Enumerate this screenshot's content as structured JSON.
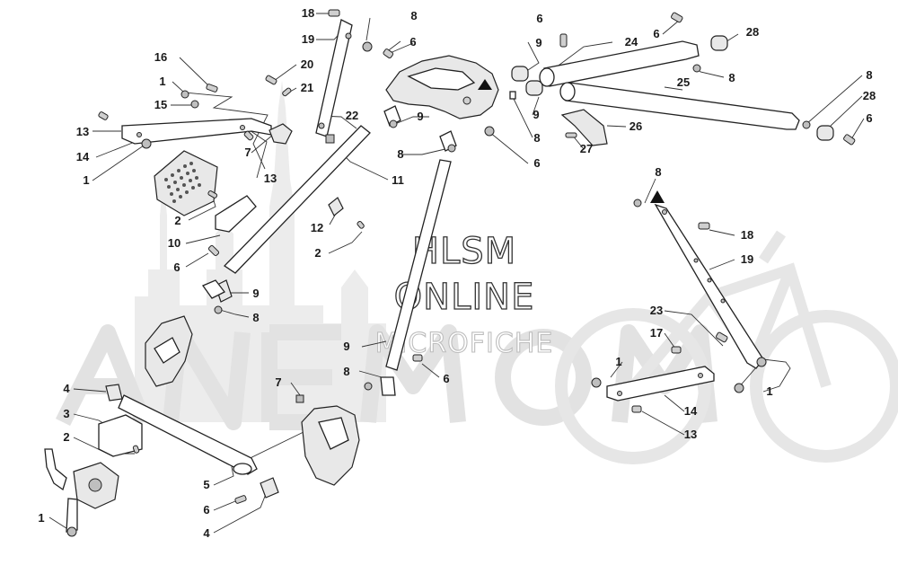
{
  "watermark": {
    "line1": "HLSM",
    "line2": "ONLINE",
    "line3": "MICROFICHE",
    "brand_background_color": "#ececec"
  },
  "colors": {
    "line": "#222222",
    "part_fill": "#ffffff",
    "hardware_fill": "#cfcfcf"
  },
  "callouts": [
    {
      "id": "c-18-top",
      "label": "18"
    },
    {
      "id": "c-8-top",
      "label": "8"
    },
    {
      "id": "c-19-top",
      "label": "19"
    },
    {
      "id": "c-6-top",
      "label": "6"
    },
    {
      "id": "c-20",
      "label": "20"
    },
    {
      "id": "c-21",
      "label": "21"
    },
    {
      "id": "c-22",
      "label": "22"
    },
    {
      "id": "c-16",
      "label": "16"
    },
    {
      "id": "c-1-a",
      "label": "1"
    },
    {
      "id": "c-15",
      "label": "15"
    },
    {
      "id": "c-13-left",
      "label": "13"
    },
    {
      "id": "c-14-left",
      "label": "14"
    },
    {
      "id": "c-1-b",
      "label": "1"
    },
    {
      "id": "c-7-top",
      "label": "7"
    },
    {
      "id": "c-13-mid",
      "label": "13"
    },
    {
      "id": "c-6-bolt24",
      "label": "6"
    },
    {
      "id": "c-9-a",
      "label": "9"
    },
    {
      "id": "c-24",
      "label": "24"
    },
    {
      "id": "c-6-right-top",
      "label": "6"
    },
    {
      "id": "c-28-top",
      "label": "28"
    },
    {
      "id": "c-8-right-top",
      "label": "8"
    },
    {
      "id": "c-25",
      "label": "25"
    },
    {
      "id": "c-9-b",
      "label": "9"
    },
    {
      "id": "c-8-c",
      "label": "8"
    },
    {
      "id": "c-26",
      "label": "26"
    },
    {
      "id": "c-27",
      "label": "27"
    },
    {
      "id": "c-6-c",
      "label": "6"
    },
    {
      "id": "c-8-far-right",
      "label": "8"
    },
    {
      "id": "c-28-right",
      "label": "28"
    },
    {
      "id": "c-6-far-right",
      "label": "6"
    },
    {
      "id": "c-9-c",
      "label": "9"
    },
    {
      "id": "c-8-d",
      "label": "8"
    },
    {
      "id": "c-11",
      "label": "11"
    },
    {
      "id": "c-2-a",
      "label": "2"
    },
    {
      "id": "c-10",
      "label": "10"
    },
    {
      "id": "c-6-d",
      "label": "6"
    },
    {
      "id": "c-12",
      "label": "12"
    },
    {
      "id": "c-2-b",
      "label": "2"
    },
    {
      "id": "c-9-d",
      "label": "9"
    },
    {
      "id": "c-8-e",
      "label": "8"
    },
    {
      "id": "c-9-e",
      "label": "9"
    },
    {
      "id": "c-8-f",
      "label": "8"
    },
    {
      "id": "c-6-e",
      "label": "6"
    },
    {
      "id": "c-7-low",
      "label": "7"
    },
    {
      "id": "c-4-a",
      "label": "4"
    },
    {
      "id": "c-3",
      "label": "3"
    },
    {
      "id": "c-2-c",
      "label": "2"
    },
    {
      "id": "c-5",
      "label": "5"
    },
    {
      "id": "c-6-f",
      "label": "6"
    },
    {
      "id": "c-4-b",
      "label": "4"
    },
    {
      "id": "c-1-c",
      "label": "1"
    },
    {
      "id": "c-8-right-arm",
      "label": "8"
    },
    {
      "id": "c-18-right",
      "label": "18"
    },
    {
      "id": "c-19-right",
      "label": "19"
    },
    {
      "id": "c-23",
      "label": "23"
    },
    {
      "id": "c-17",
      "label": "17"
    },
    {
      "id": "c-1-d",
      "label": "1"
    },
    {
      "id": "c-1-e",
      "label": "1"
    },
    {
      "id": "c-14-right",
      "label": "14"
    },
    {
      "id": "c-13-right",
      "label": "13"
    }
  ]
}
